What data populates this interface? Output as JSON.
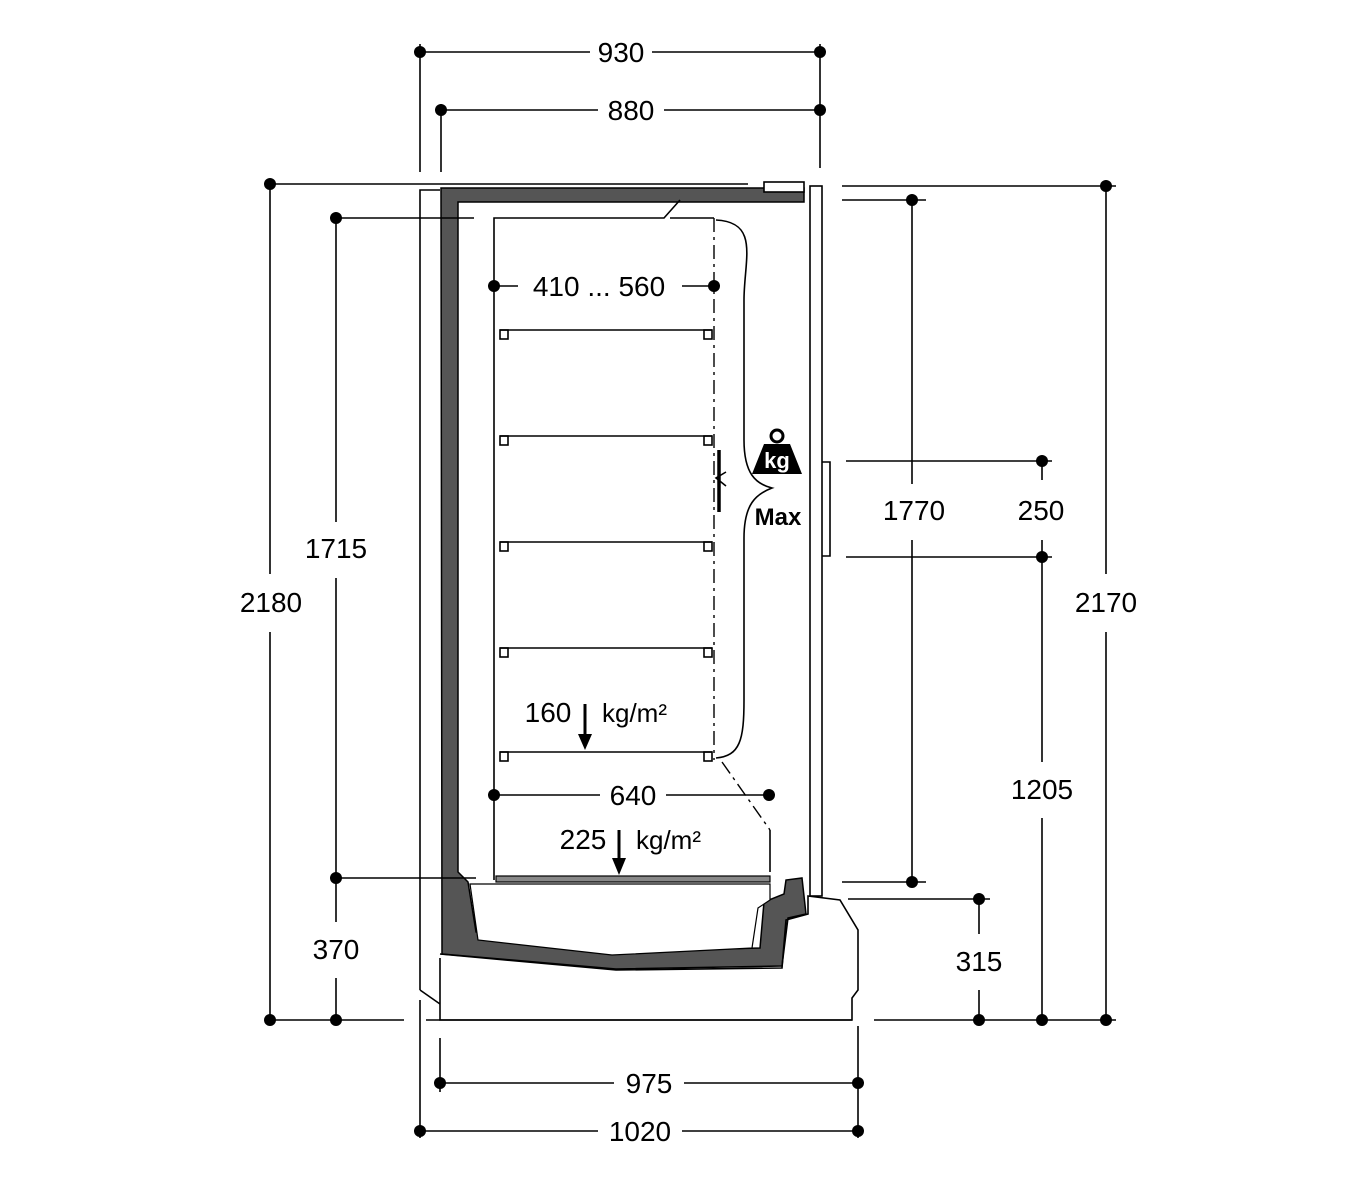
{
  "dimensions": {
    "overall_width_top": "930",
    "inner_width_top": "880",
    "shelf_depth_range": "410 ... 560",
    "base_shelf_depth": "640",
    "overall_depth_bottom": "975",
    "total_depth_bottom": "1020",
    "height_left_total": "2180",
    "height_left_interior": "1715",
    "height_left_base": "370",
    "height_right_total": "2170",
    "height_right_opening": "1770",
    "height_right_band": "250",
    "height_right_lower": "1205",
    "height_right_base": "315"
  },
  "loads": {
    "shelf_load_value": "160",
    "shelf_load_unit": "kg/m²",
    "base_load_value": "225",
    "base_load_unit": "kg/m²"
  },
  "weight_icon": {
    "label": "kg",
    "caption": "Max"
  }
}
